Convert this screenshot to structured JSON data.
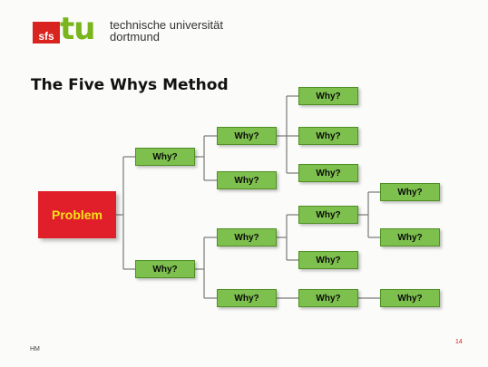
{
  "logo": {
    "sfs": "sfs",
    "tu": "tu",
    "line1": "technische universität",
    "line2": "dortmund"
  },
  "title": "The Five Whys Method",
  "problem_label": "Problem",
  "why_label": "Why?",
  "footer": {
    "left": "HM",
    "page": "14"
  },
  "colors": {
    "problem_fill": "#e01f2a",
    "problem_text": "#f4e21a",
    "why_fill": "#7ec04d",
    "connector": "#7a7a7a"
  }
}
